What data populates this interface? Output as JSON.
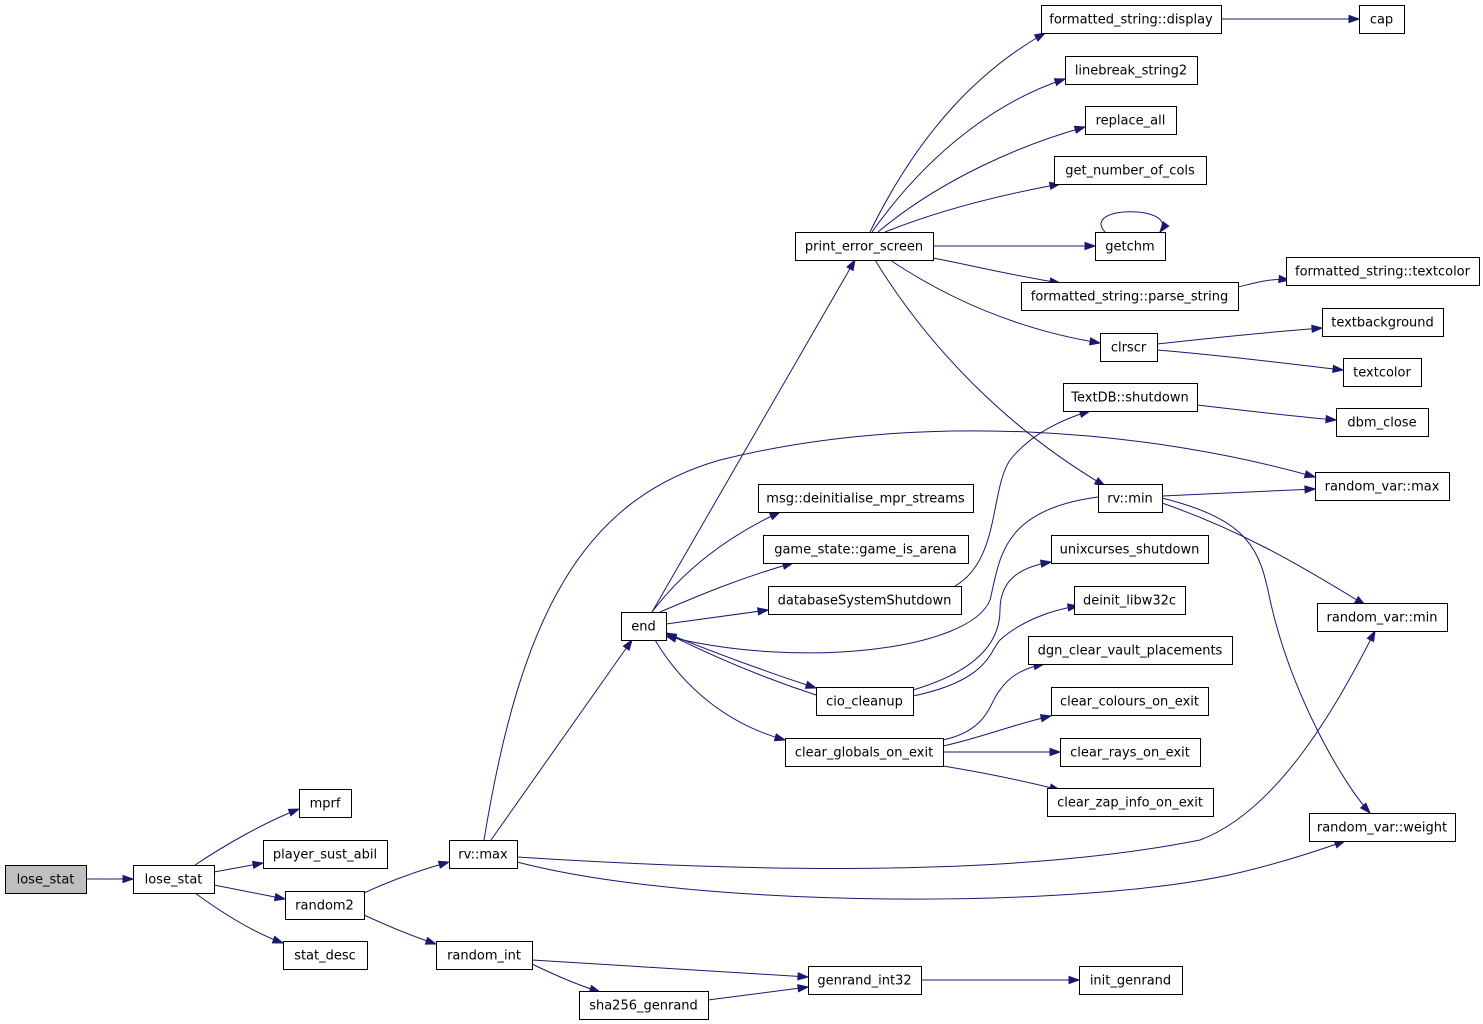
{
  "graph": {
    "nodes": [
      {
        "id": "lose_stat_root",
        "label": "lose_stat",
        "root": true
      },
      {
        "id": "lose_stat",
        "label": "lose_stat"
      },
      {
        "id": "mprf",
        "label": "mprf"
      },
      {
        "id": "player_sust_abil",
        "label": "player_sust_abil"
      },
      {
        "id": "random2",
        "label": "random2"
      },
      {
        "id": "stat_desc",
        "label": "stat_desc"
      },
      {
        "id": "rv_max",
        "label": "rv::max"
      },
      {
        "id": "random_int",
        "label": "random_int"
      },
      {
        "id": "sha256_genrand",
        "label": "sha256_genrand"
      },
      {
        "id": "genrand_int32",
        "label": "genrand_int32"
      },
      {
        "id": "init_genrand",
        "label": "init_genrand"
      },
      {
        "id": "end",
        "label": "end"
      },
      {
        "id": "print_error_screen",
        "label": "print_error_screen"
      },
      {
        "id": "msg_deinit",
        "label": "msg::deinitialise_mpr_streams"
      },
      {
        "id": "game_is_arena",
        "label": "game_state::game_is_arena"
      },
      {
        "id": "databaseSystemShutdown",
        "label": "databaseSystemShutdown"
      },
      {
        "id": "cio_cleanup",
        "label": "cio_cleanup"
      },
      {
        "id": "clear_globals_on_exit",
        "label": "clear_globals_on_exit"
      },
      {
        "id": "fs_display",
        "label": "formatted_string::display"
      },
      {
        "id": "cap",
        "label": "cap"
      },
      {
        "id": "linebreak_string2",
        "label": "linebreak_string2"
      },
      {
        "id": "replace_all",
        "label": "replace_all"
      },
      {
        "id": "get_number_of_cols",
        "label": "get_number_of_cols"
      },
      {
        "id": "getchm",
        "label": "getchm"
      },
      {
        "id": "fs_parse_string",
        "label": "formatted_string::parse_string"
      },
      {
        "id": "fs_textcolor",
        "label": "formatted_string::textcolor"
      },
      {
        "id": "clrscr",
        "label": "clrscr"
      },
      {
        "id": "textbackground",
        "label": "textbackground"
      },
      {
        "id": "textcolor",
        "label": "textcolor"
      },
      {
        "id": "textdb_shutdown",
        "label": "TextDB::shutdown"
      },
      {
        "id": "dbm_close",
        "label": "dbm_close"
      },
      {
        "id": "rv_min",
        "label": "rv::min"
      },
      {
        "id": "random_var_max",
        "label": "random_var::max"
      },
      {
        "id": "random_var_min",
        "label": "random_var::min"
      },
      {
        "id": "random_var_weight",
        "label": "random_var::weight"
      },
      {
        "id": "unixcurses_shutdown",
        "label": "unixcurses_shutdown"
      },
      {
        "id": "deinit_libw32c",
        "label": "deinit_libw32c"
      },
      {
        "id": "dgn_clear_vault_placements",
        "label": "dgn_clear_vault_placements"
      },
      {
        "id": "clear_colours_on_exit",
        "label": "clear_colours_on_exit"
      },
      {
        "id": "clear_rays_on_exit",
        "label": "clear_rays_on_exit"
      },
      {
        "id": "clear_zap_info_on_exit",
        "label": "clear_zap_info_on_exit"
      }
    ],
    "edges": [
      [
        "lose_stat_root",
        "lose_stat"
      ],
      [
        "lose_stat",
        "mprf"
      ],
      [
        "lose_stat",
        "player_sust_abil"
      ],
      [
        "lose_stat",
        "random2"
      ],
      [
        "lose_stat",
        "stat_desc"
      ],
      [
        "random2",
        "rv_max"
      ],
      [
        "random2",
        "random_int"
      ],
      [
        "random_int",
        "genrand_int32"
      ],
      [
        "random_int",
        "sha256_genrand"
      ],
      [
        "sha256_genrand",
        "genrand_int32"
      ],
      [
        "genrand_int32",
        "init_genrand"
      ],
      [
        "rv_max",
        "end"
      ],
      [
        "rv_max",
        "random_var_max"
      ],
      [
        "rv_max",
        "random_var_min"
      ],
      [
        "rv_max",
        "random_var_weight"
      ],
      [
        "end",
        "print_error_screen"
      ],
      [
        "end",
        "msg_deinit"
      ],
      [
        "end",
        "game_is_arena"
      ],
      [
        "end",
        "databaseSystemShutdown"
      ],
      [
        "end",
        "cio_cleanup"
      ],
      [
        "end",
        "clear_globals_on_exit"
      ],
      [
        "print_error_screen",
        "fs_display"
      ],
      [
        "print_error_screen",
        "linebreak_string2"
      ],
      [
        "print_error_screen",
        "replace_all"
      ],
      [
        "print_error_screen",
        "get_number_of_cols"
      ],
      [
        "print_error_screen",
        "getchm"
      ],
      [
        "print_error_screen",
        "fs_parse_string"
      ],
      [
        "print_error_screen",
        "clrscr"
      ],
      [
        "print_error_screen",
        "rv_min"
      ],
      [
        "getchm",
        "getchm"
      ],
      [
        "fs_display",
        "cap"
      ],
      [
        "fs_parse_string",
        "fs_textcolor"
      ],
      [
        "clrscr",
        "textbackground"
      ],
      [
        "clrscr",
        "textcolor"
      ],
      [
        "databaseSystemShutdown",
        "textdb_shutdown"
      ],
      [
        "textdb_shutdown",
        "dbm_close"
      ],
      [
        "rv_min",
        "end"
      ],
      [
        "rv_min",
        "random_var_max"
      ],
      [
        "rv_min",
        "random_var_min"
      ],
      [
        "rv_min",
        "random_var_weight"
      ],
      [
        "cio_cleanup",
        "end"
      ],
      [
        "cio_cleanup",
        "unixcurses_shutdown"
      ],
      [
        "cio_cleanup",
        "deinit_libw32c"
      ],
      [
        "clear_globals_on_exit",
        "dgn_clear_vault_placements"
      ],
      [
        "clear_globals_on_exit",
        "clear_colours_on_exit"
      ],
      [
        "clear_globals_on_exit",
        "clear_rays_on_exit"
      ],
      [
        "clear_globals_on_exit",
        "clear_zap_info_on_exit"
      ]
    ]
  }
}
